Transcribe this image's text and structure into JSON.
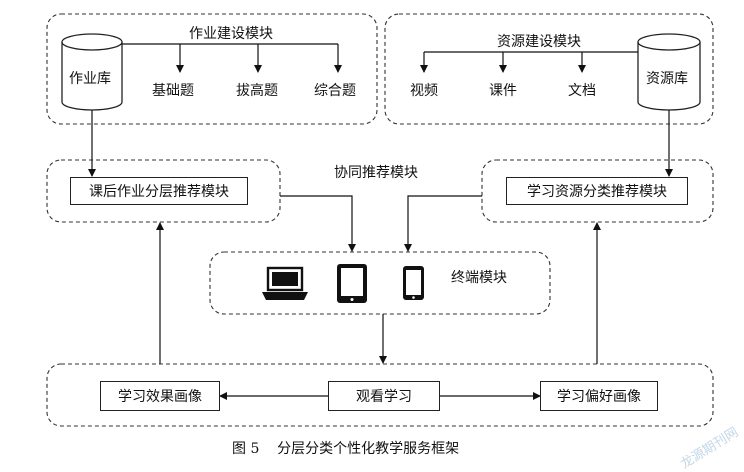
{
  "homework_module": {
    "title": "作业建设模块",
    "db_label": "作业库",
    "items": [
      "基础题",
      "拔高题",
      "综合题"
    ]
  },
  "resource_module": {
    "title": "资源建设模块",
    "db_label": "资源库",
    "items": [
      "视频",
      "课件",
      "文档"
    ]
  },
  "middle": {
    "left_box": "课后作业分层推荐模块",
    "right_box": "学习资源分类推荐模块",
    "center_title": "协同推荐模块"
  },
  "terminal": {
    "title": "终端模块",
    "devices": [
      "laptop-icon",
      "tablet-icon",
      "phone-icon"
    ]
  },
  "bottom": {
    "left_box": "学习效果画像",
    "center_box": "观看学习",
    "right_box": "学习偏好画像"
  },
  "caption": "图 5    分层分类个性化教学服务框架",
  "watermark": "龙源期刊网"
}
